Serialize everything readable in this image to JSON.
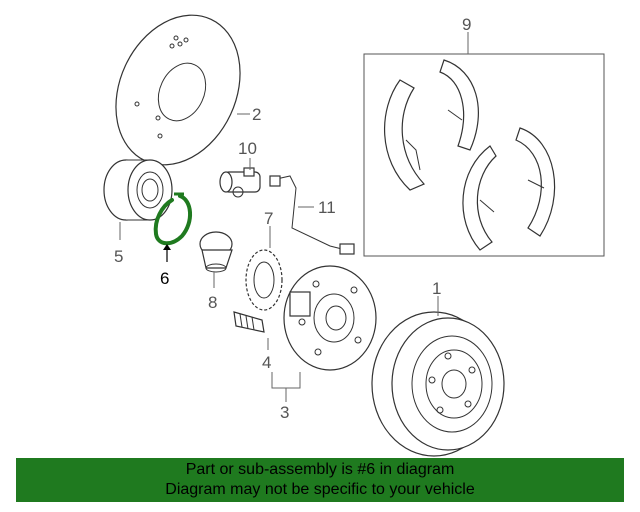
{
  "diagram": {
    "callouts": {
      "p1": "1",
      "p2": "2",
      "p3": "3",
      "p4": "4",
      "p5": "5",
      "p6": "6",
      "p7": "7",
      "p8": "8",
      "p9": "9",
      "p10": "10",
      "p11": "11"
    },
    "highlight_part": "6",
    "colors": {
      "highlight": "#1f7a1f",
      "line": "#333333",
      "banner": "#1f7a1f"
    }
  },
  "footer": {
    "line1": "Part or sub-assembly is #6 in diagram",
    "line2": "Diagram may not be specific to your vehicle"
  }
}
